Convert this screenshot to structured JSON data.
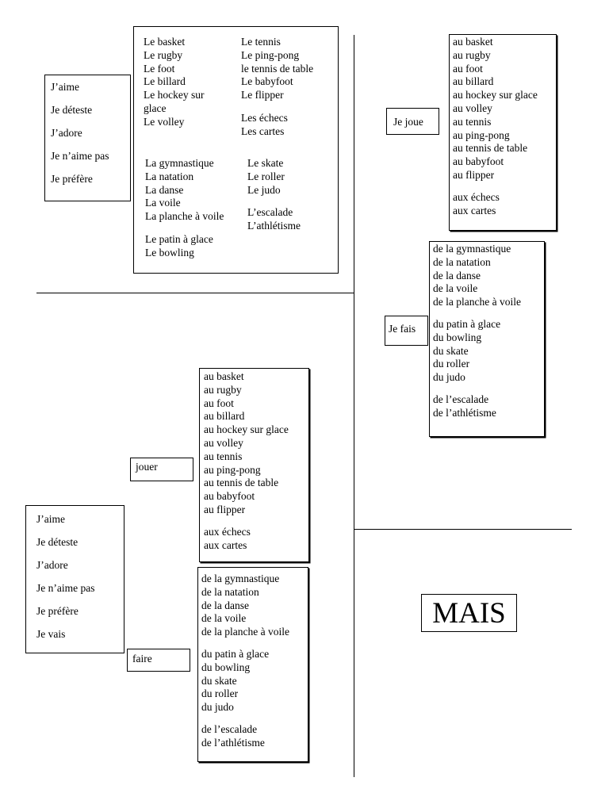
{
  "verbs_left": [
    "J’aime",
    "Je déteste",
    "J’adore",
    "Je n’aime pas",
    "Je préfère"
  ],
  "nouns": {
    "col1_a": [
      "Le basket",
      "Le rugby",
      "Le foot",
      "Le billard",
      "Le hockey sur",
      "glace",
      "Le volley"
    ],
    "col2_a": [
      "Le tennis",
      "Le ping-pong",
      "le tennis de table",
      "Le babyfoot",
      "Le flipper"
    ],
    "col2_b": [
      "Les échecs",
      "Les cartes"
    ],
    "col1_b": [
      "La gymnastique",
      "La natation",
      "La danse",
      "La voile",
      "La planche à voile"
    ],
    "col1_c": [
      "Le patin à glace",
      "Le bowling"
    ],
    "col2_c": [
      "Le skate",
      "Le roller",
      "Le judo"
    ],
    "col2_d": [
      "L’escalade",
      "L’athlétisme"
    ]
  },
  "je_joue": "Je joue",
  "je_fais": "Je fais",
  "jouer": "jouer",
  "faire": "faire",
  "au_list": {
    "a": [
      "au basket",
      "au rugby",
      "au foot",
      "au billard",
      "au hockey sur glace",
      "au volley",
      "au tennis",
      "au ping-pong",
      "au tennis de table",
      "au babyfoot",
      "au flipper"
    ],
    "b": [
      "aux échecs",
      "aux cartes"
    ]
  },
  "de_list": {
    "a": [
      "de la gymnastique",
      "de la natation",
      "de la danse",
      "de la voile",
      "de la planche à voile"
    ],
    "b": [
      "du patin à glace",
      "du bowling",
      "du skate",
      "du roller",
      "du judo"
    ],
    "c": [
      "de l’escalade",
      "de l’athlétisme"
    ]
  },
  "verbs_bottom": [
    "J’aime",
    "Je déteste",
    "J’adore",
    "Je n’aime pas",
    "Je préfère",
    "Je vais"
  ],
  "mais": "MAIS"
}
